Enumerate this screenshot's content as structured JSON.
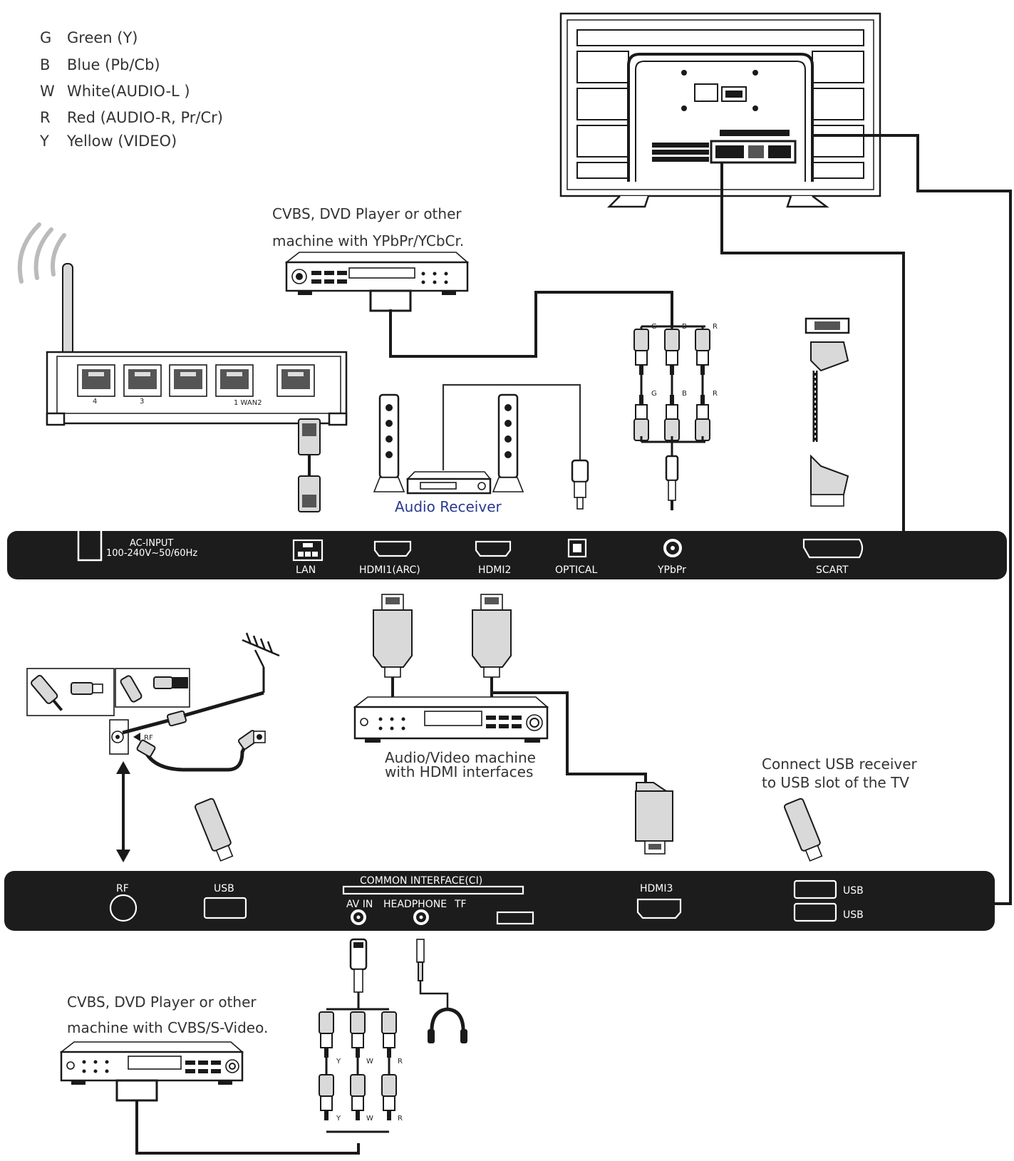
{
  "legend": [
    {
      "code": "G",
      "text": "Green (Y)"
    },
    {
      "code": "B",
      "text": "Blue (Pb/Cb)"
    },
    {
      "code": "W",
      "text": "White(AUDIO-L )"
    },
    {
      "code": "R",
      "text": "Red (AUDIO-R, Pr/Cr)"
    },
    {
      "code": "Y",
      "text": "Yellow (VIDEO)"
    }
  ],
  "notes": {
    "ypbpr_device_line1": "CVBS, DVD  Player or other",
    "ypbpr_device_line2": "machine with YPbPr/YCbCr.",
    "audio_receiver": "Audio Receiver",
    "hdmi_device_line1": "Audio/Video machine",
    "hdmi_device_line2": "with HDMI interfaces",
    "usb_note_line1": "Connect USB receiver",
    "usb_note_line2": "to USB slot of the TV",
    "cvbs_device_line1": "CVBS, DVD  Player or other",
    "cvbs_device_line2": "machine with CVBS/S-Video.",
    "rf_arrow": "RF"
  },
  "router": {
    "port_labels": [
      "4",
      "3",
      "1 WAN2"
    ]
  },
  "component_cable": {
    "plug_letters": [
      "G",
      "B",
      "R"
    ]
  },
  "av_cable": {
    "plug_letters": [
      "Y",
      "W",
      "R"
    ]
  },
  "panel_top": {
    "ac_input_line1": "AC-INPUT",
    "ac_input_line2": "100-240V~50/60Hz",
    "lan": "LAN",
    "hdmi1": "HDMI1(ARC)",
    "hdmi2": "HDMI2",
    "optical": "OPTICAL",
    "ypbpr": "YPbPr",
    "scart": "SCART"
  },
  "panel_bottom": {
    "rf": "RF",
    "usb_left": "USB",
    "ci": "COMMON INTERFACE(CI)",
    "av_in": "AV IN",
    "headphone": "HEADPHONE",
    "tf": "TF",
    "hdmi3": "HDMI3",
    "usb_right_1": "USB",
    "usb_right_2": "USB"
  }
}
